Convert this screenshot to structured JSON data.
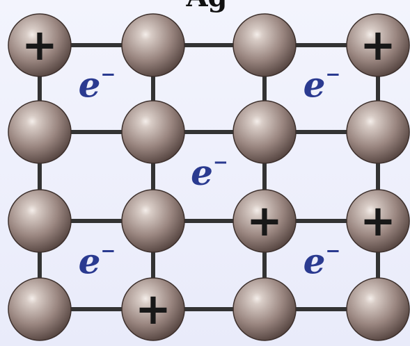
{
  "title": "Ag",
  "lattice": {
    "rows": 4,
    "cols": 4,
    "ion_symbol": "+",
    "ions": [
      {
        "row": 0,
        "col": 0
      },
      {
        "row": 0,
        "col": 3
      },
      {
        "row": 2,
        "col": 2
      },
      {
        "row": 2,
        "col": 3
      },
      {
        "row": 3,
        "col": 1
      }
    ]
  },
  "electrons": {
    "symbol": "e",
    "charge": "−",
    "cells": [
      {
        "row": 0,
        "col": 0
      },
      {
        "row": 0,
        "col": 2
      },
      {
        "row": 1,
        "col": 1
      },
      {
        "row": 2,
        "col": 0
      },
      {
        "row": 2,
        "col": 2
      }
    ]
  },
  "colors": {
    "atom_highlight": "#f4eeea",
    "atom_mid": "#9a8680",
    "atom_shadow": "#4a3a36",
    "bond": "#333333",
    "electron": "#2a3a90",
    "background": "#eef0fb"
  }
}
